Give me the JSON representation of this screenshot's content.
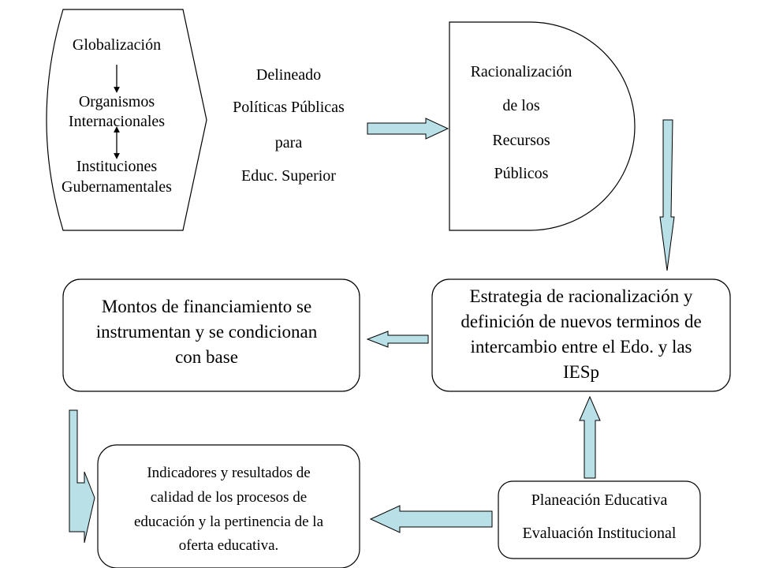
{
  "left_shape": {
    "item1": "Globalización",
    "item2_line1": "Organismos",
    "item2_line2": "Internacionales",
    "item3_line1": "Instituciones",
    "item3_line2": "Gubernamentales"
  },
  "policy_text": {
    "line1": "Delineado",
    "line2": "Políticas Públicas",
    "line3": "para",
    "line4": "Educ. Superior"
  },
  "rationalization_shape": {
    "line1": "Racionalización",
    "line2": "de los",
    "line3": "Recursos",
    "line4": "Públicos"
  },
  "funding_box": {
    "line1": "Montos de financiamiento se",
    "line2": "instrumentan y se condicionan",
    "line3": "con base"
  },
  "strategy_box": {
    "line1": "Estrategia de racionalización y",
    "line2": "definición de nuevos terminos de",
    "line3": "intercambio entre el Edo. y las",
    "line4": "IESp"
  },
  "indicators_box": {
    "line1": "Indicadores y resultados de",
    "line2": "calidad de los procesos de",
    "line3": "educación y la pertinencia de la",
    "line4": "oferta educativa."
  },
  "planning_box": {
    "line1": "Planeación Educativa",
    "line2": "Evaluación Institucional"
  },
  "colors": {
    "arrow_fill": "#b9e0e6",
    "stroke": "#000000",
    "text": "#000000"
  }
}
